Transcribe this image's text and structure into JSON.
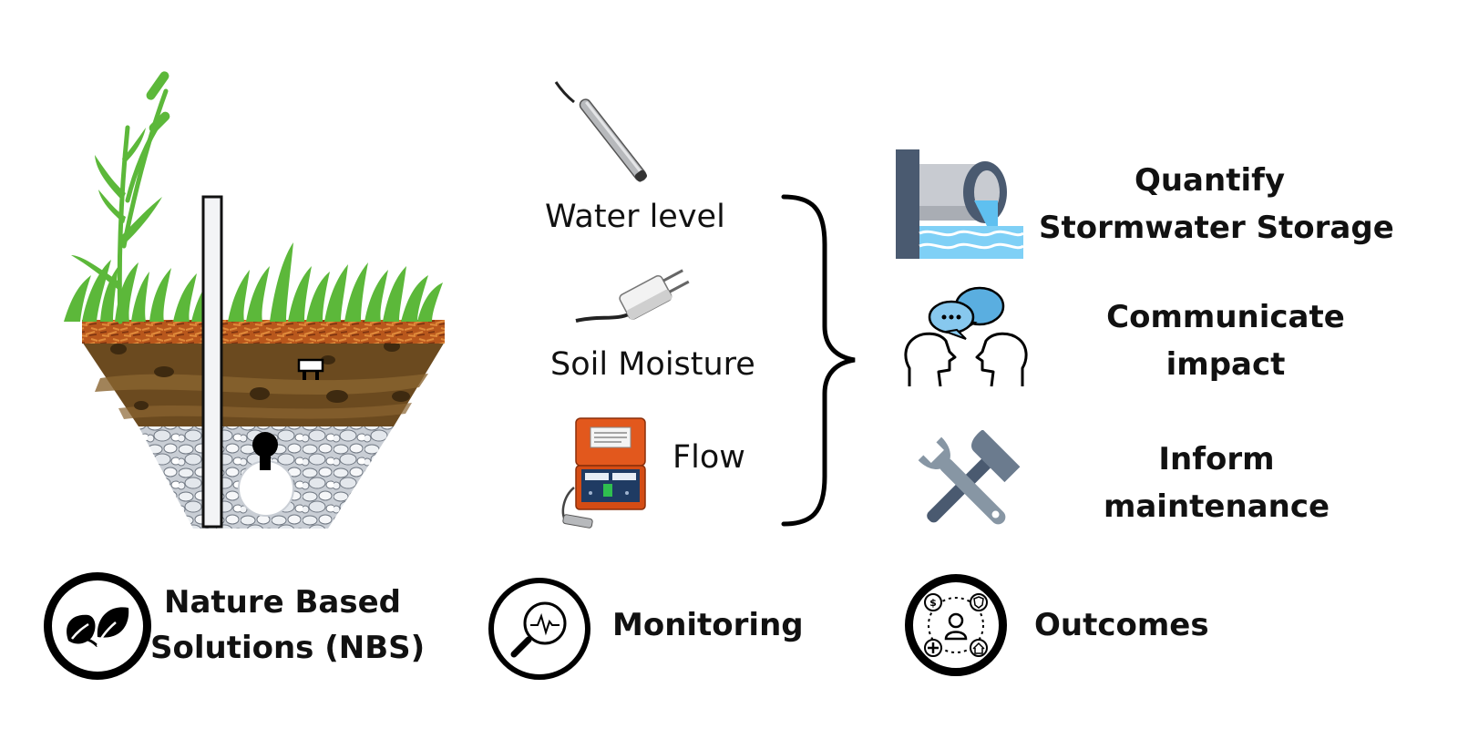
{
  "monitoring_items": {
    "water_level": "Water level",
    "soil_moisture": "Soil Moisture",
    "flow": "Flow"
  },
  "outcome_items": {
    "quantify_line1": "Quantify",
    "quantify_line2": "Stormwater Storage",
    "communicate_line1": "Communicate",
    "communicate_line2": "impact",
    "inform_line1": "Inform",
    "inform_line2": "maintenance"
  },
  "categories": {
    "nbs_line1": "Nature Based",
    "nbs_line2": "Solutions (NBS)",
    "monitoring": "Monitoring",
    "outcomes": "Outcomes"
  },
  "icons": {
    "nbs": "leaves-icon",
    "monitoring": "magnifier-waveform-icon",
    "outcomes": "stakeholder-network-icon",
    "quantify": "pipe-outflow-icon",
    "communicate": "conversation-heads-icon",
    "inform": "hammer-wrench-icon"
  },
  "colors": {
    "grass": "#5cb83a",
    "mulch": "#b8571c",
    "soil": "#6b4a1f",
    "gravel": "#d9dde2",
    "pipe_blue": "#55b9ee",
    "tool_gray": "#8796a4",
    "tool_dark": "#4a5a70",
    "case_orange": "#e2581d"
  }
}
